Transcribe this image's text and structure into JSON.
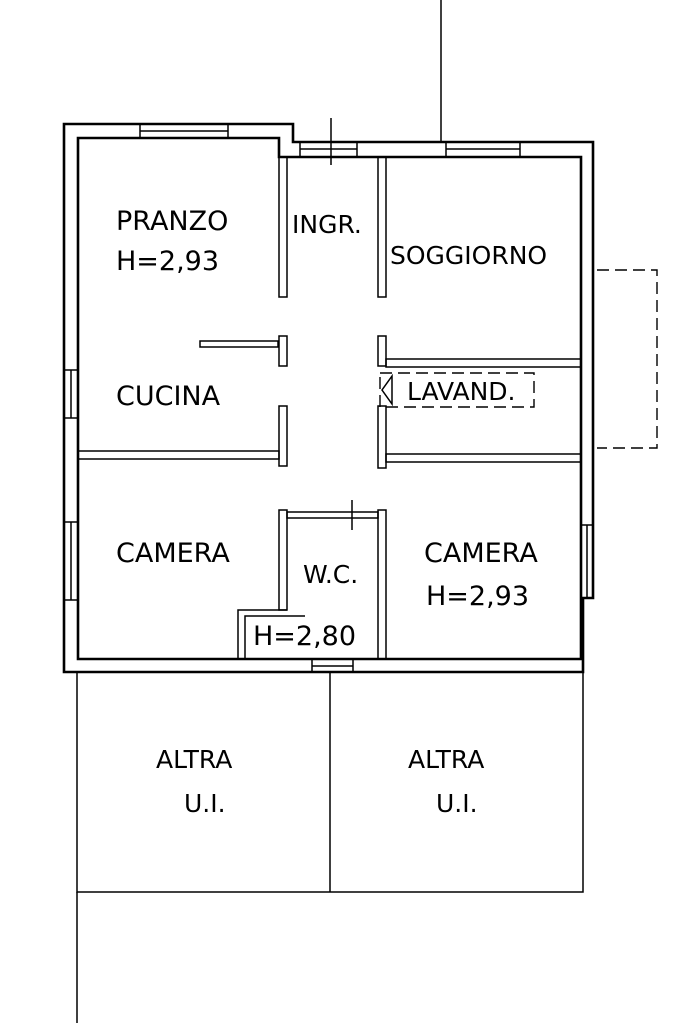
{
  "rooms": {
    "pranzo": {
      "name": "PRANZO",
      "height": "H=2,93"
    },
    "ingresso": {
      "name": "INGR."
    },
    "soggiorno": {
      "name": "SOGGIORNO"
    },
    "cucina": {
      "name": "CUCINA"
    },
    "lavanderia": {
      "name": "LAVAND."
    },
    "camera_left": {
      "name": "CAMERA"
    },
    "wc": {
      "name": "W.C.",
      "height": "H=2,80"
    },
    "camera_right": {
      "name": "CAMERA",
      "height": "H=2,93"
    }
  },
  "other_units": [
    {
      "line1": "ALTRA",
      "line2": "U.I."
    },
    {
      "line1": "ALTRA",
      "line2": "U.I."
    }
  ]
}
